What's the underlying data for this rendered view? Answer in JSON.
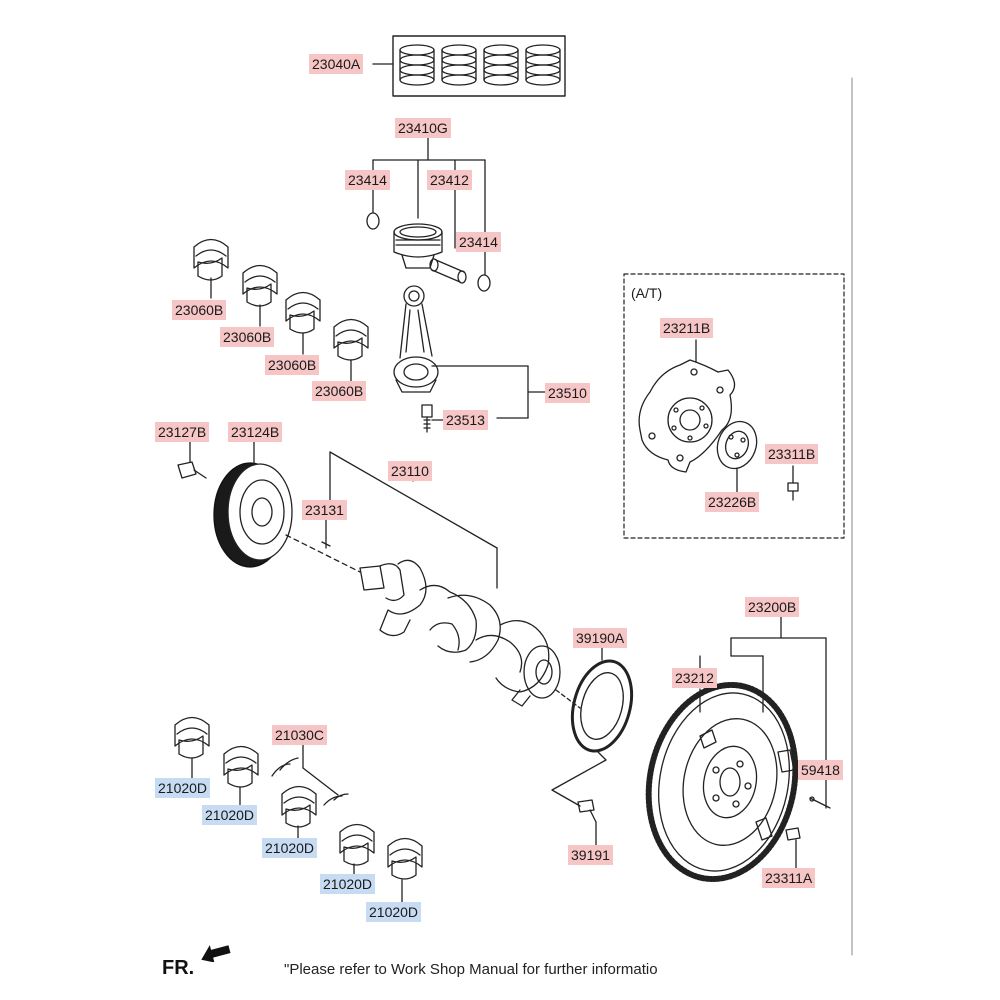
{
  "labels": {
    "piston_ring_set": "23040A",
    "piston_assy": "23410G",
    "snap_ring_left": "23414",
    "piston_pin": "23412",
    "snap_ring_right": "23414",
    "conrod_bearing_1": "23060B",
    "conrod_bearing_2": "23060B",
    "conrod_bearing_3": "23060B",
    "conrod_bearing_4": "23060B",
    "conrod_assy": "23510",
    "conrod_bolt": "23513",
    "at_label": "(A/T)",
    "drive_plate": "23211B",
    "drive_plate_bolt": "23311B",
    "adapter_plate": "23226B",
    "pulley_bolt": "23127B",
    "crank_pulley": "23124B",
    "crankshaft": "23110",
    "key": "23131",
    "flywheel_assy": "23200B",
    "target_wheel": "39190A",
    "flywheel": "23212",
    "dowel_pin": "59418",
    "target_wheel_bolt": "39191",
    "flywheel_bolt": "23311A",
    "thrust_bearing": "21030C",
    "main_bearing_1": "21020D",
    "main_bearing_2": "21020D",
    "main_bearing_3": "21020D",
    "main_bearing_4": "21020D",
    "main_bearing_5": "21020D"
  },
  "footer": {
    "direction": "FR.",
    "note": "\"Please refer to Work Shop Manual for further informatio"
  },
  "colors": {
    "label_red": "#f6c5c5",
    "label_blue": "#c7dcf2",
    "line": "#222222"
  }
}
